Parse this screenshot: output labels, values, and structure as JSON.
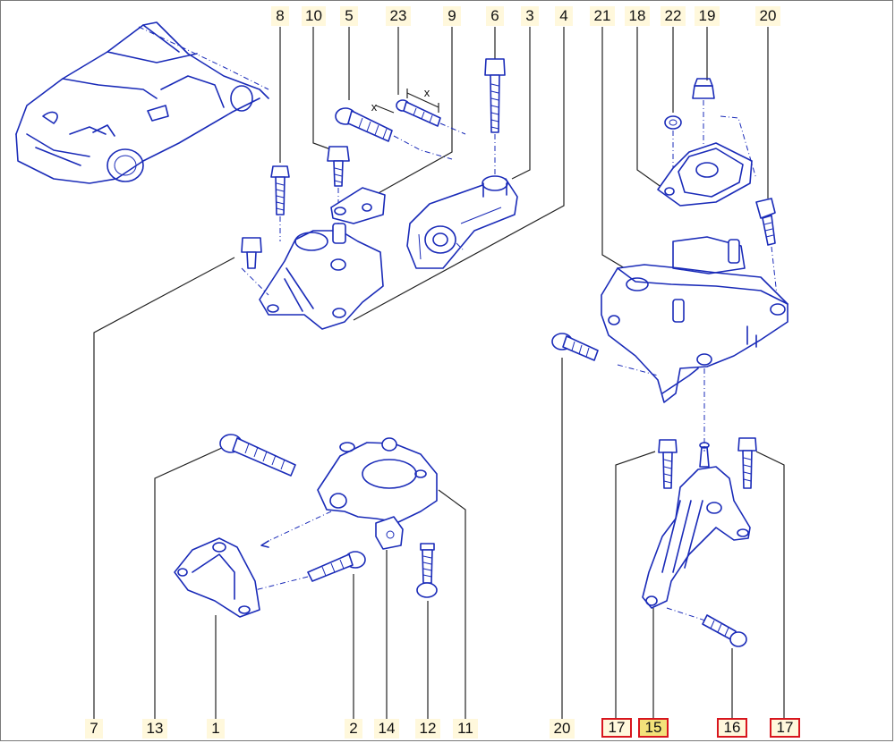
{
  "callouts": {
    "top": [
      "8",
      "10",
      "5",
      "23",
      "9",
      "6",
      "3",
      "4",
      "21",
      "18",
      "22",
      "19",
      "20"
    ],
    "bottom": [
      "7",
      "13",
      "1",
      "2",
      "14",
      "12",
      "11",
      "20",
      "17",
      "15",
      "16",
      "17"
    ]
  },
  "dimension_marks": {
    "x1": "x",
    "x2": "x"
  },
  "colors": {
    "line_art": "#1a2bb8",
    "label_bg": "#fff8dc",
    "highlight_bg": "#f3e27a",
    "selected_border": "#d8161e"
  },
  "selected_callouts": [
    "17",
    "15",
    "16",
    "17"
  ],
  "highlighted_callout": "15"
}
